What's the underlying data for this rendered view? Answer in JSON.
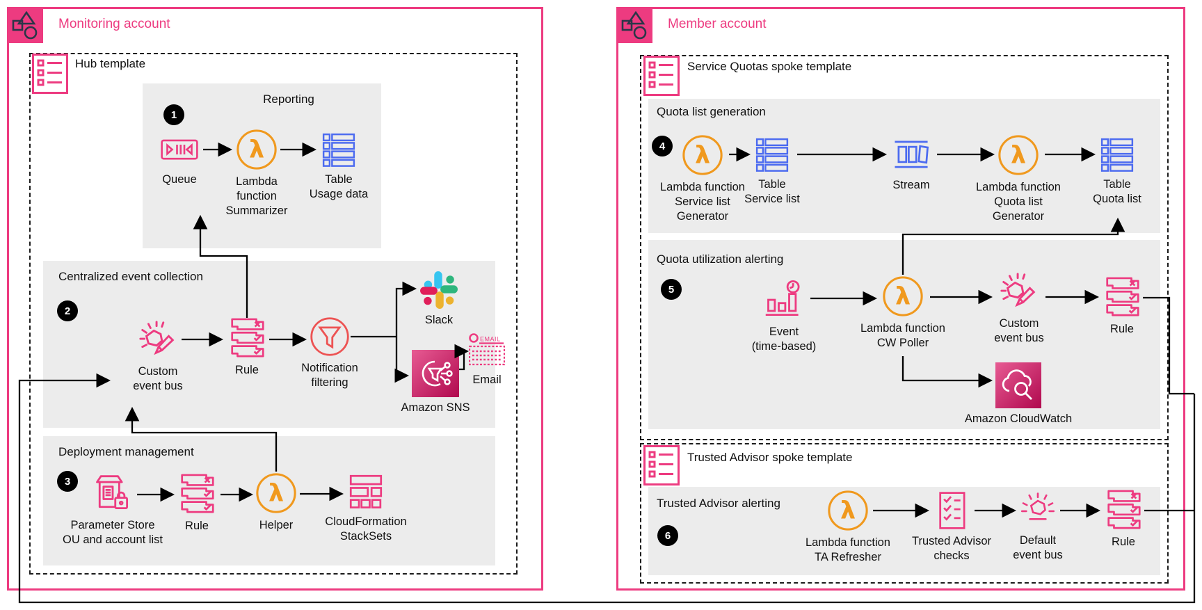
{
  "colors": {
    "pink": "#ED3B80",
    "pink_dark": "#B0094E",
    "orange": "#F0991E",
    "blue": "#4C6BF0",
    "red": "#ED5353",
    "section_gray": "#ECECEC",
    "line_black": "#000000",
    "slack_blue": "#36C5F0",
    "slack_green": "#2EB67D",
    "slack_red": "#E01E5A",
    "slack_yellow": "#ECB22E"
  },
  "monitoring": {
    "title": "Monitoring account",
    "hub_label": "Hub template",
    "reporting": {
      "title": "Reporting",
      "badge": "1",
      "nodes": {
        "queue": {
          "l1": "Queue"
        },
        "lambda": {
          "l1": "Lambda",
          "l2": "function",
          "l3": "Summarizer"
        },
        "table": {
          "l1": "Table",
          "l2": "Usage data"
        }
      }
    },
    "central": {
      "title": "Centralized event collection",
      "badge": "2",
      "nodes": {
        "custom_bus": {
          "l1": "Custom",
          "l2": "event bus"
        },
        "rule": {
          "l1": "Rule"
        },
        "filter": {
          "l1": "Notification",
          "l2": "filtering"
        },
        "slack": {
          "l1": "Slack"
        },
        "sns": {
          "l1": "Amazon SNS"
        },
        "email": {
          "l1": "Email",
          "icon_text": "EMAIL"
        }
      }
    },
    "deploy": {
      "title": "Deployment management",
      "badge": "3",
      "nodes": {
        "param": {
          "l1": "Parameter Store",
          "l2": "OU and account list"
        },
        "rule": {
          "l1": "Rule"
        },
        "helper": {
          "l1": "Helper"
        },
        "stacksets": {
          "l1": "CloudFormation",
          "l2": "StackSets"
        }
      }
    }
  },
  "member": {
    "title": "Member account",
    "sq_label": "Service Quotas spoke template",
    "ta_label": "Trusted Advisor spoke template",
    "qlg": {
      "title": "Quota list generation",
      "badge": "4",
      "nodes": {
        "lambda_svc": {
          "l1": "Lambda function",
          "l2": "Service list",
          "l3": "Generator"
        },
        "table_svc": {
          "l1": "Table",
          "l2": "Service list"
        },
        "stream": {
          "l1": "Stream"
        },
        "lambda_quota": {
          "l1": "Lambda function",
          "l2": "Quota list",
          "l3": "Generator"
        },
        "table_quota": {
          "l1": "Table",
          "l2": "Quota list"
        }
      }
    },
    "qua": {
      "title": "Quota utilization alerting",
      "badge": "5",
      "nodes": {
        "event": {
          "l1": "Event",
          "l2": "(time-based)"
        },
        "lambda_cw": {
          "l1": "Lambda function",
          "l2": "CW Poller"
        },
        "custom_bus": {
          "l1": "Custom",
          "l2": "event bus"
        },
        "rule": {
          "l1": "Rule"
        },
        "cloudwatch": {
          "l1": "Amazon CloudWatch"
        }
      }
    },
    "taa": {
      "title": "Trusted Advisor alerting",
      "badge": "6",
      "nodes": {
        "lambda_ta": {
          "l1": "Lambda function",
          "l2": "TA Refresher"
        },
        "checks": {
          "l1": "Trusted Advisor",
          "l2": "checks"
        },
        "default_bus": {
          "l1": "Default",
          "l2": "event bus"
        },
        "rule": {
          "l1": "Rule"
        }
      }
    }
  }
}
